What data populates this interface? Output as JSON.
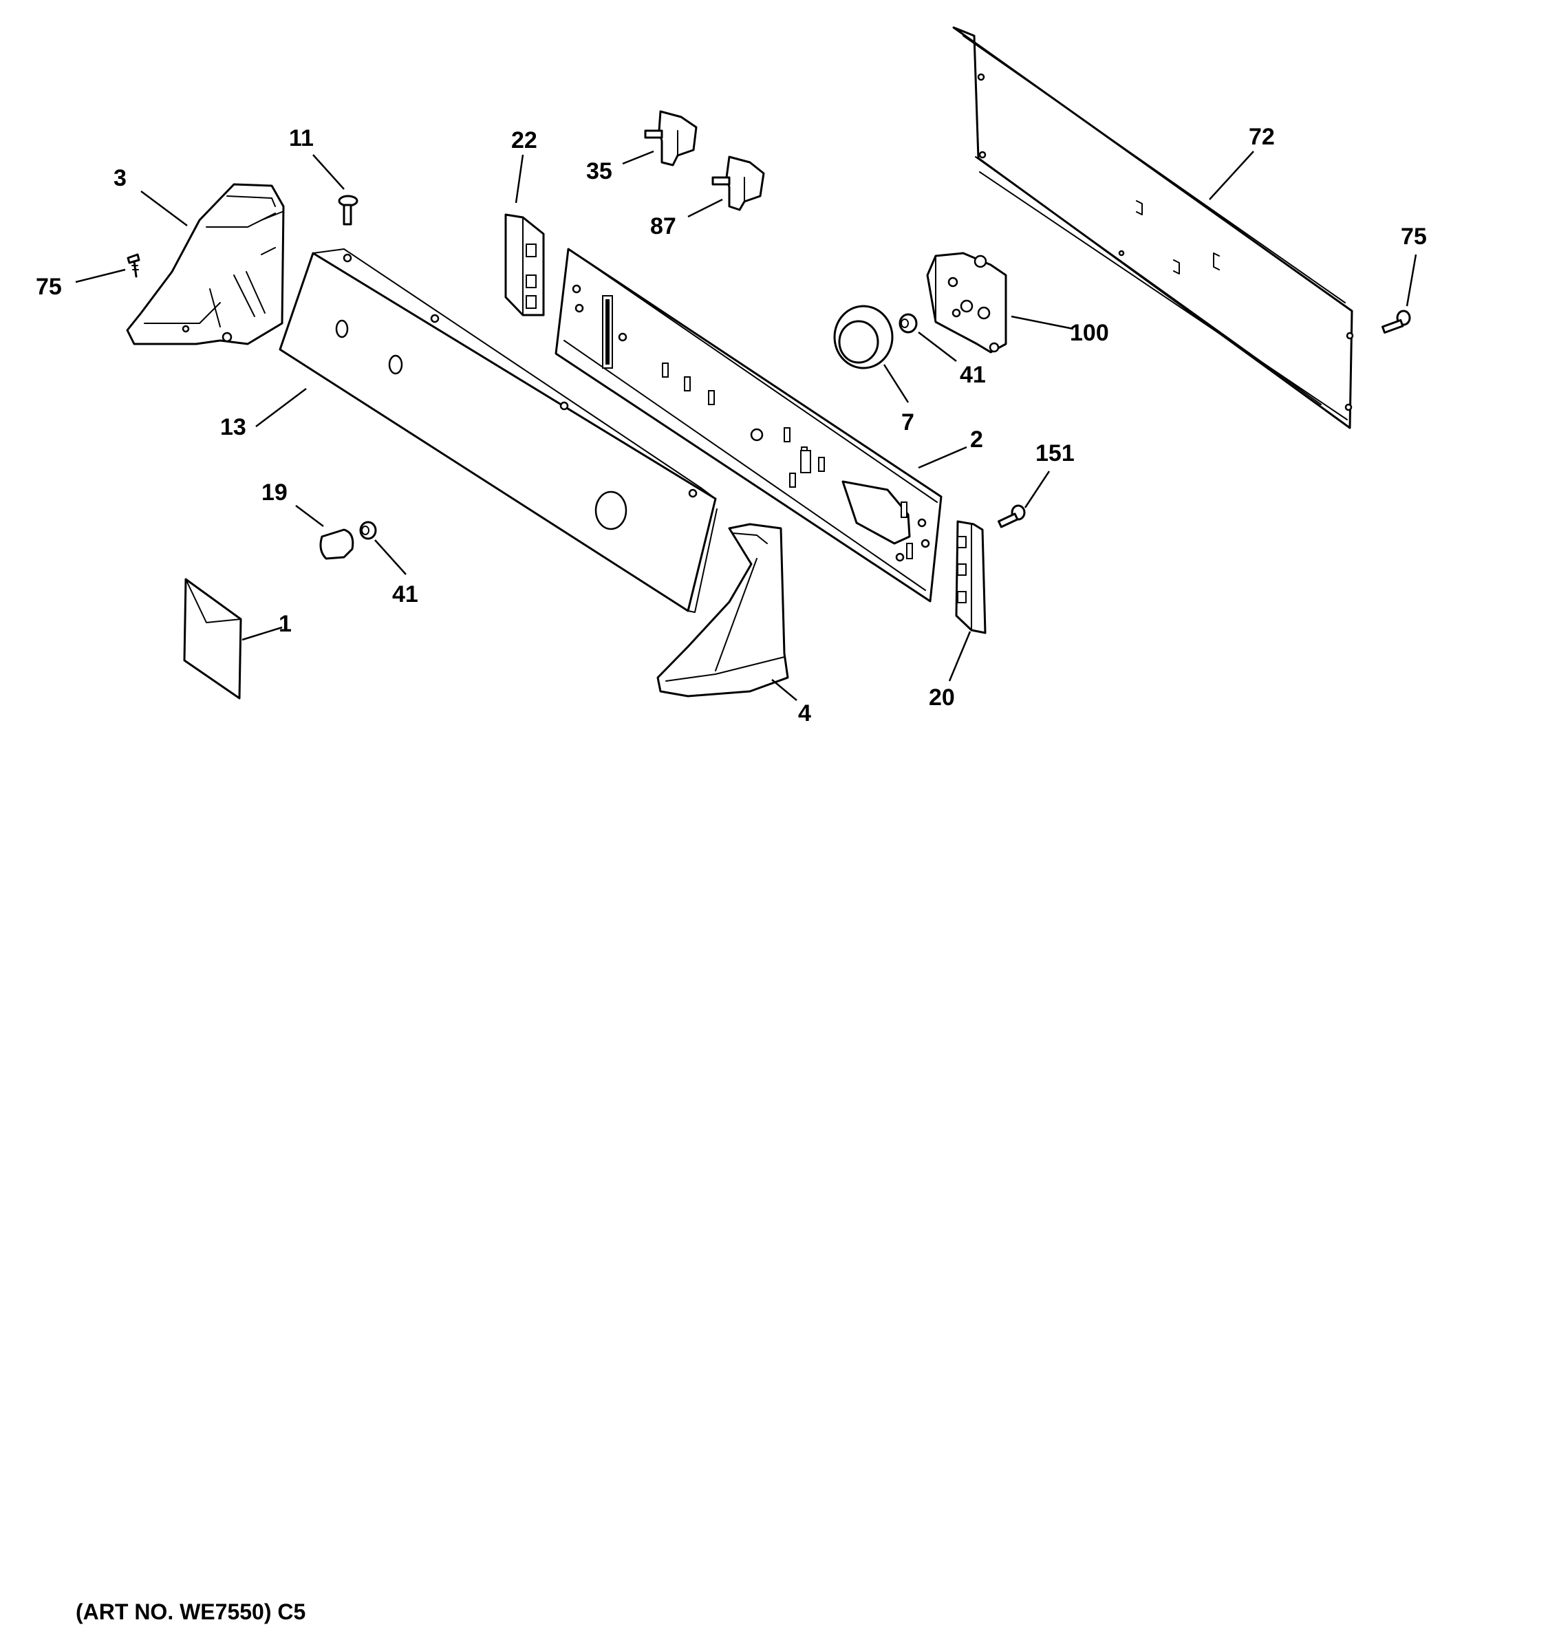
{
  "callouts": {
    "c1": "1",
    "c2": "2",
    "c3": "3",
    "c4": "4",
    "c7": "7",
    "c11": "11",
    "c13": "13",
    "c19": "19",
    "c20": "20",
    "c22": "22",
    "c35": "35",
    "c41a": "41",
    "c41b": "41",
    "c72": "72",
    "c75a": "75",
    "c75b": "75",
    "c87": "87",
    "c100": "100",
    "c151": "151"
  },
  "footer": {
    "art_number": "(ART NO. WE7550) C5"
  }
}
